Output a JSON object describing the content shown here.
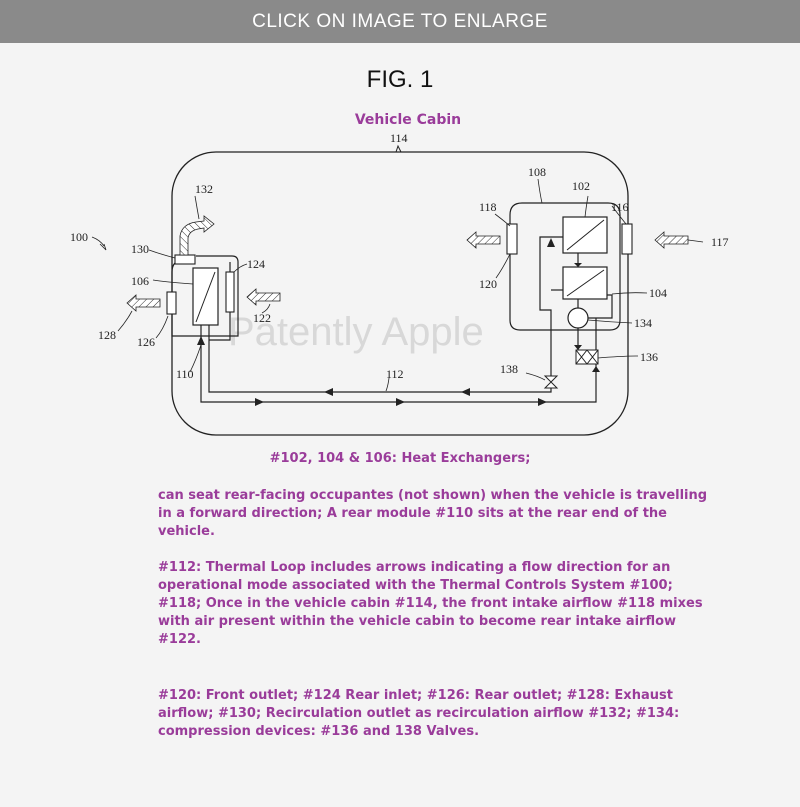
{
  "banner": {
    "text": "CLICK ON IMAGE TO ENLARGE"
  },
  "figure": {
    "title": "FIG. 1",
    "cabin_label": "Vehicle Cabin",
    "watermark": "Patently Apple",
    "labels": {
      "l100": "100",
      "l102": "102",
      "l104": "104",
      "l106": "106",
      "l108": "108",
      "l110": "110",
      "l112": "112",
      "l114": "114",
      "l116": "116",
      "l117": "117",
      "l118": "118",
      "l120": "120",
      "l122": "122",
      "l124": "124",
      "l126": "126",
      "l128": "128",
      "l130": "130",
      "l132": "132",
      "l134": "134",
      "l136": "136",
      "l138": "138"
    }
  },
  "text": {
    "heading": "#102, 104 & 106: Heat Exchangers;",
    "p1": "can seat rear-facing occupantes (not shown) when the vehicle is travelling in a forward direction; A rear module #110 sits at the rear end of the vehicle.",
    "p2": "#112: Thermal Loop includes arrows indicating a flow direction for an operational mode associated with the Thermal Controls System #100; #118; Once in the vehicle cabin #114, the front intake airflow #118 mixes with air present within the vehicle cabin to become rear intake airflow #122.",
    "p3": "#120: Front outlet; #124 Rear inlet; #126: Rear outlet; #128: Exhaust airflow; #130; Recirculation outlet as recirculation airflow #132; #134: compression devices: #136 and 138 Valves."
  },
  "colors": {
    "accent": "#9a3c9a",
    "banner": "#8a8a8a",
    "background": "#f4f4f4"
  }
}
